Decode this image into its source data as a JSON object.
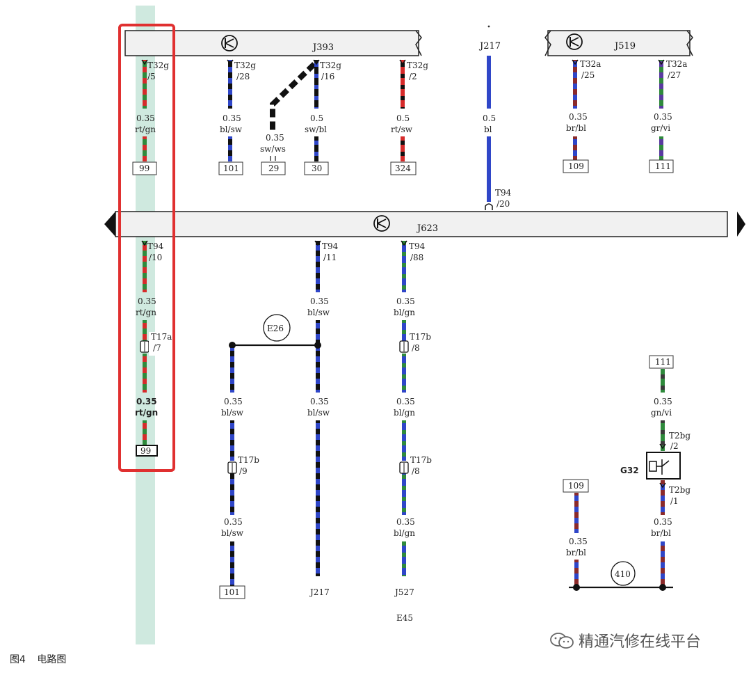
{
  "diagram": {
    "modules": [
      {
        "id": "J393",
        "label": "J393"
      },
      {
        "id": "J519",
        "label": "J519"
      },
      {
        "id": "J623",
        "label": "J623"
      },
      {
        "id": "J217_top",
        "label": "J217"
      }
    ],
    "wires": [
      {
        "id": "w1",
        "conn": "T32g",
        "pin": "/5",
        "size": "0.35",
        "color": "rt/gn",
        "ref": "99",
        "colors": [
          "#d62b2b",
          "#2f8a3c"
        ]
      },
      {
        "id": "w2",
        "conn": "T32g",
        "pin": "/28",
        "size": "0.35",
        "color": "bl/sw",
        "ref": "101",
        "colors": [
          "#2f46c8",
          "#111111"
        ]
      },
      {
        "id": "w3",
        "size": "0.35",
        "color": "sw/ws",
        "ref": "29",
        "colors": [
          "#111111",
          "#ffffff"
        ]
      },
      {
        "id": "w4",
        "conn": "T32g",
        "pin": "/16",
        "size": "0.5",
        "color": "sw/bl",
        "ref": "30",
        "colors": [
          "#111111",
          "#2f46c8"
        ]
      },
      {
        "id": "w5",
        "conn": "T32g",
        "pin": "/2",
        "size": "0.5",
        "color": "rt/sw",
        "ref": "324",
        "colors": [
          "#d62b2b",
          "#111111"
        ]
      },
      {
        "id": "w6",
        "size": "0.5",
        "color": "bl",
        "conn": "T94",
        "pin": "/20",
        "colors": [
          "#2f46c8",
          "#2f46c8"
        ]
      },
      {
        "id": "w7",
        "conn": "T32a",
        "pin": "/25",
        "size": "0.35",
        "color": "br/bl",
        "ref": "109",
        "colors": [
          "#8b2a2a",
          "#2f46c8"
        ]
      },
      {
        "id": "w8",
        "conn": "T32a",
        "pin": "/27",
        "size": "0.35",
        "color": "gr/vi",
        "ref": "111",
        "colors": [
          "#6b6b6b",
          "#2f8a3c"
        ]
      },
      {
        "id": "w9",
        "conn": "T94",
        "pin": "/10",
        "size": "0.35",
        "color": "rt/gn",
        "conn2": "T17a",
        "pin2": "/7",
        "size2": "0.35",
        "color2": "rt/gn",
        "ref": "99",
        "colors": [
          "#d62b2b",
          "#2f8a3c"
        ]
      },
      {
        "id": "w10",
        "conn": "T94",
        "pin": "/11",
        "size": "0.35",
        "color": "bl/sw",
        "size2": "0.35",
        "color2": "bl/sw",
        "dest": "J217",
        "colors": [
          "#2f46c8",
          "#111111"
        ]
      },
      {
        "id": "w11",
        "size": "0.35",
        "color": "bl/sw",
        "conn": "T17b",
        "pin": "/9",
        "size2": "0.35",
        "color2": "bl/sw",
        "ref": "101",
        "colors": [
          "#2f46c8",
          "#111111"
        ]
      },
      {
        "id": "w12",
        "conn": "T94",
        "pin": "/88",
        "size": "0.35",
        "color": "bl/gn",
        "conn2": "T17b",
        "pin2": "/8",
        "size2": "0.35",
        "color2": "bl/gn",
        "conn3": "T17b",
        "pin3": "/8",
        "size3": "0.35",
        "color3": "bl/gn",
        "dest": "J527",
        "dest2": "E45",
        "colors": [
          "#2f46c8",
          "#2f8a3c"
        ]
      },
      {
        "id": "w13",
        "ref": "111",
        "size": "0.35",
        "color": "gn/vi",
        "conn": "T2bg",
        "pin": "/2",
        "conn2": "T2bg",
        "pin2": "/1",
        "size2": "0.35",
        "color2": "br/bl",
        "colors": [
          "#2f8a3c",
          "#5a3aa0"
        ]
      },
      {
        "id": "w14",
        "ref": "109",
        "size": "0.35",
        "color": "br/bl",
        "colors": [
          "#8b2a2a",
          "#2f46c8"
        ]
      }
    ],
    "points": [
      {
        "id": "E26",
        "label": "E26"
      },
      {
        "id": "p410",
        "label": "410"
      }
    ],
    "component": {
      "id": "G32",
      "label": "G32"
    }
  },
  "caption": {
    "fig": "图4",
    "title": "电路图"
  },
  "watermark": "精通汽修在线平台",
  "colors": {
    "highlight": "#e03030",
    "band": "#cfe9df",
    "bus": "#f1f1f1"
  }
}
